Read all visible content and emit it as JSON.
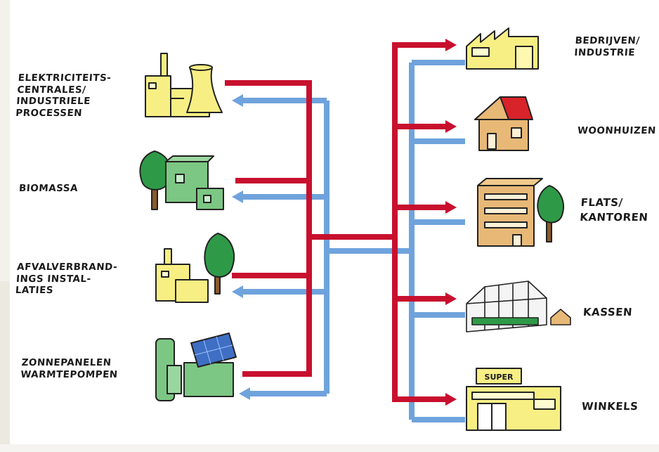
{
  "colors": {
    "supply_flow": "#c8102e",
    "return_flow": "#6fa3dc",
    "building_yellow": "#f7ef84",
    "greenery": "#2e9a48",
    "roof_red": "#d9232a",
    "brick": "#e8b876"
  },
  "sources": [
    {
      "label": "ELEKTRICITEITS-\nCENTRALES/\nINDUSTRIELE\nPROCESSEN",
      "icon": "power-plant-icon"
    },
    {
      "label": "BIOMASSA",
      "icon": "biomass-plant-icon"
    },
    {
      "label": "AFVALVERBRAND-\nINGS INSTAL-\nLATIES",
      "icon": "waste-incinerator-icon"
    },
    {
      "label": "ZONNEPANELEN\nWARMTEPOMPEN",
      "icon": "solar-heatpump-icon"
    }
  ],
  "consumers": [
    {
      "label": "BEDRIJVEN/\nINDUSTRIE",
      "icon": "factory-icon"
    },
    {
      "label": "WOONHUIZEN",
      "icon": "house-icon"
    },
    {
      "label": "FLATS/\nKANTOREN",
      "icon": "apartment-icon"
    },
    {
      "label": "KASSEN",
      "icon": "greenhouse-icon"
    },
    {
      "label": "WINKELS",
      "icon": "shop-icon"
    }
  ],
  "shop_sign": "SUPER"
}
